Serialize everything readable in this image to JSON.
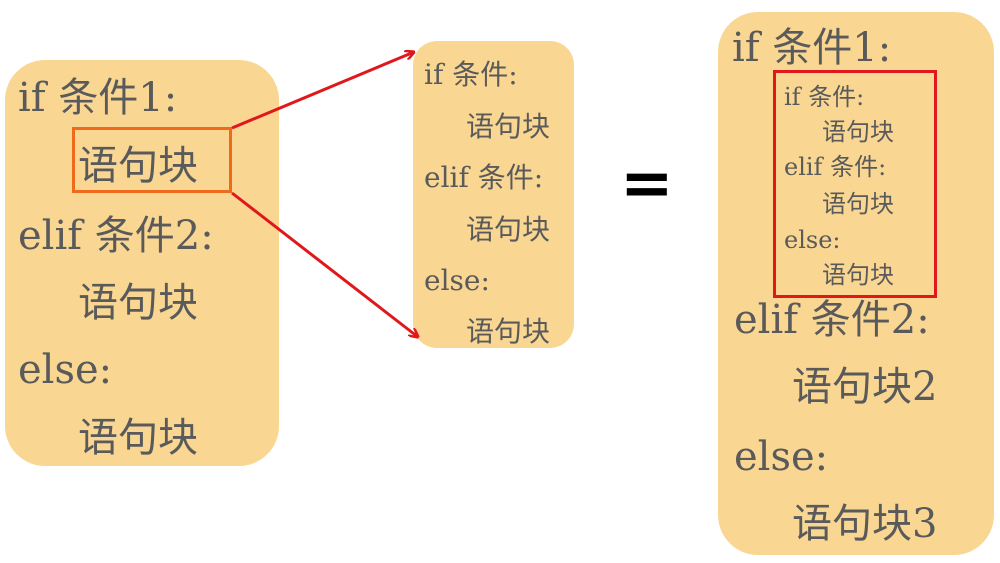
{
  "left_block": {
    "line1": "if 条件1:",
    "line2": "语句块",
    "line3": "elif 条件2:",
    "line4": "语句块",
    "line5": "else:",
    "line6": "语句块"
  },
  "middle_block": {
    "line1": "if 条件:",
    "line2": "语句块",
    "line3": "elif 条件:",
    "line4": "语句块",
    "line5": "else:",
    "line6": "语句块"
  },
  "equals_sign": "=",
  "right_block": {
    "line1": "if 条件1:",
    "nested": {
      "line1": "if 条件:",
      "line2": "语句块",
      "line3": "elif 条件:",
      "line4": "语句块",
      "line5": "else:",
      "line6": "语句块"
    },
    "line2": "elif 条件2:",
    "line3": "语句块2",
    "line4": "else:",
    "line5": "语句块3"
  },
  "colors": {
    "block_fill": "#f9d793",
    "text": "#5a5a5a",
    "highlight_orange": "#ef6a1a",
    "highlight_red": "#e0181b",
    "arrow": "#e0181b"
  }
}
